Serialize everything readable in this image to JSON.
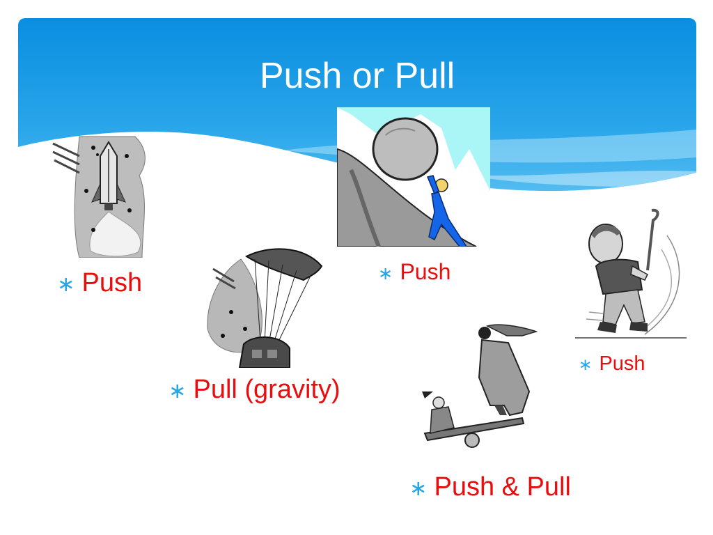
{
  "slide": {
    "title": "Push or Pull",
    "bullet_glyph": "∗",
    "colors": {
      "sky_top": "#0a8ee0",
      "sky_light": "#4fbcf0",
      "caption_red": "#ea0d0d",
      "bullet_blue": "#27a6e6"
    },
    "captions": {
      "rocket": "Push",
      "parachute": "Pull (gravity)",
      "boulder": "Push",
      "seesaw": "Push & Pull",
      "golfer": "Push"
    },
    "images": {
      "rocket": "rocket-launch-illustration",
      "parachute": "parachute-capsule-illustration",
      "boulder": "man-pushing-boulder-illustration",
      "seesaw": "seesaw-illustration",
      "golfer": "golfer-illustration"
    }
  }
}
